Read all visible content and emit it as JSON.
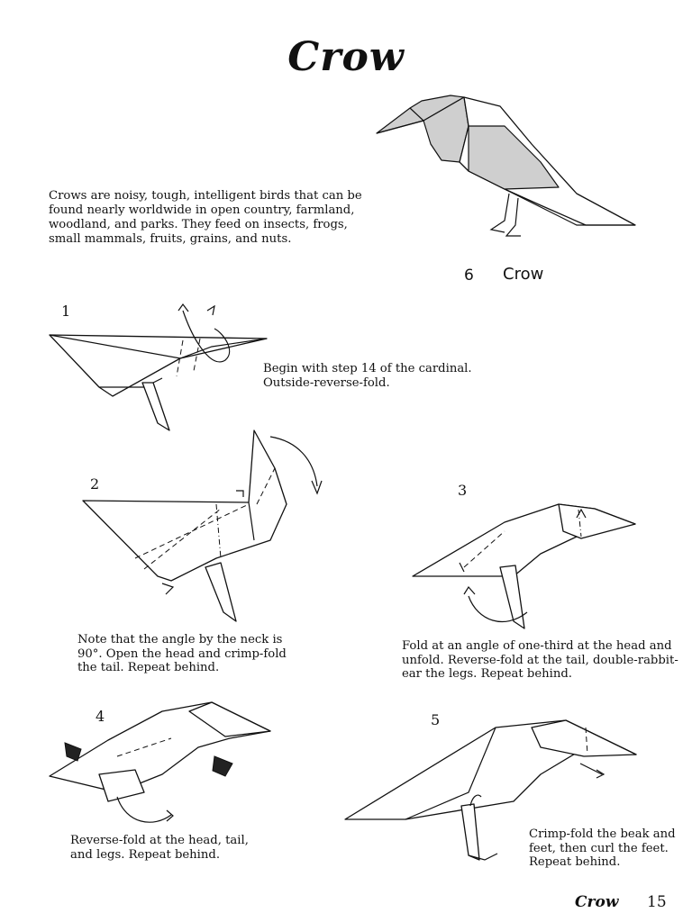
{
  "page": {
    "title": "Crow",
    "intro": "Crows are noisy, tough, intelligent birds that can be found nearly worldwide in open country, farmland, woodland, and parks. They feed on insects, frogs, small mammals, fruits, grains, and nuts.",
    "final": {
      "number": "6",
      "label": "Crow"
    },
    "footer": {
      "title": "Crow",
      "page_number": "15"
    }
  },
  "steps": [
    {
      "number": "1",
      "caption": "Begin with step 14 of the cardinal. Outside-reverse-fold."
    },
    {
      "number": "2",
      "caption": "Note that the angle by the neck is 90°. Open the head and crimp-fold the tail. Repeat behind."
    },
    {
      "number": "3",
      "caption": "Fold at an angle of one-third at the head and unfold. Reverse-fold at the tail, double-rabbit-ear the legs. Repeat behind."
    },
    {
      "number": "4",
      "caption": "Reverse-fold at the head, tail, and legs. Repeat behind."
    },
    {
      "number": "5",
      "caption": "Crimp-fold the beak and feet, then curl the feet. Repeat behind."
    }
  ]
}
